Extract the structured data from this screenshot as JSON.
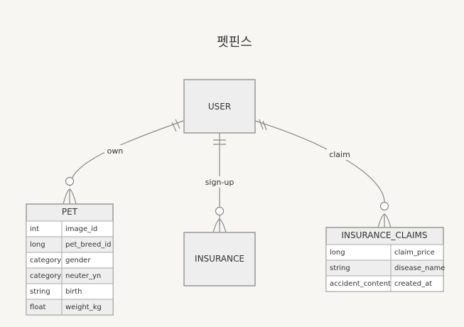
{
  "title": "펫핀스",
  "entities": {
    "user": {
      "name": "USER"
    },
    "insurance": {
      "name": "INSURANCE"
    },
    "pet": {
      "name": "PET",
      "attributes": [
        {
          "type": "int",
          "name": "image_id"
        },
        {
          "type": "long",
          "name": "pet_breed_id"
        },
        {
          "type": "category",
          "name": "gender"
        },
        {
          "type": "category",
          "name": "neuter_yn"
        },
        {
          "type": "string",
          "name": "birth"
        },
        {
          "type": "float",
          "name": "weight_kg"
        }
      ]
    },
    "insurance_claims": {
      "name": "INSURANCE_CLAIMS",
      "attributes": [
        {
          "type": "long",
          "name": "claim_price"
        },
        {
          "type": "string",
          "name": "disease_name"
        },
        {
          "type": "accident_content",
          "name": "created_at"
        }
      ]
    }
  },
  "relationships": [
    {
      "from": "USER",
      "to": "PET",
      "label": "own",
      "from_cardinality": "exactly-one",
      "to_cardinality": "zero-or-more"
    },
    {
      "from": "USER",
      "to": "INSURANCE",
      "label": "sign-up",
      "from_cardinality": "exactly-one",
      "to_cardinality": "zero-or-more"
    },
    {
      "from": "USER",
      "to": "INSURANCE_CLAIMS",
      "label": "claim",
      "from_cardinality": "exactly-one",
      "to_cardinality": "zero-or-more"
    }
  ]
}
